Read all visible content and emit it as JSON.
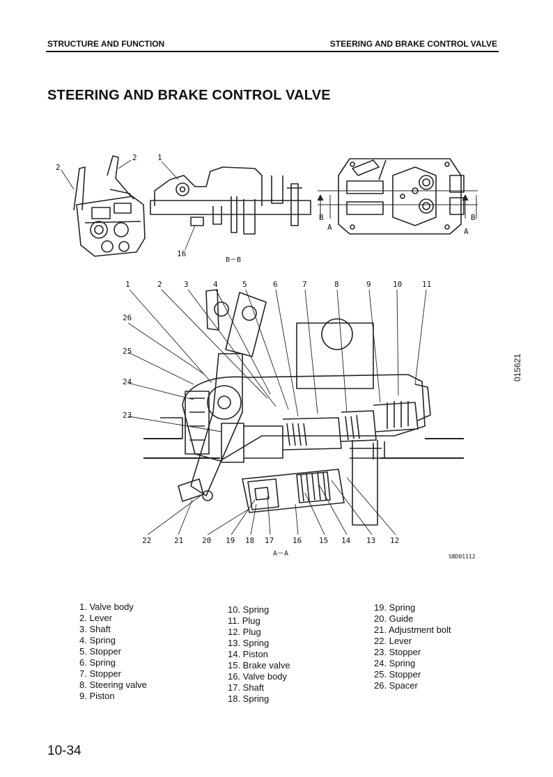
{
  "header": {
    "left": "STRUCTURE AND FUNCTION",
    "right": "STEERING AND BRAKE CONTROL VALVE"
  },
  "title": "STEERING AND BRAKE CONTROL VALVE",
  "figure": {
    "section_bb": "B－B",
    "section_aa": "A－A",
    "code": "SBD01112",
    "side_number": "015621",
    "marker_b": "B",
    "marker_a": "A",
    "top_callouts": [
      "1",
      "2",
      "2",
      "16"
    ],
    "main_callouts": [
      "1",
      "2",
      "3",
      "4",
      "5",
      "6",
      "7",
      "8",
      "9",
      "10",
      "11",
      "12",
      "13",
      "14",
      "15",
      "16",
      "17",
      "18",
      "19",
      "20",
      "21",
      "22",
      "23",
      "24",
      "25",
      "26"
    ]
  },
  "parts": {
    "col1": [
      "1. Valve body",
      "2. Lever",
      "3. Shaft",
      "4. Spring",
      "5. Stopper",
      "6. Spring",
      "7. Stopper",
      "8. Steering valve",
      "9. Piston"
    ],
    "col2": [
      "10. Spring",
      "11. Plug",
      "12. Plug",
      "13. Spring",
      "14. Piston",
      "15. Brake valve",
      "16. Valve body",
      "17. Shaft",
      "18. Spring"
    ],
    "col3": [
      "19. Spring",
      "20. Guide",
      "21. Adjustment bolt",
      "22. Lever",
      "23. Stopper",
      "24. Spring",
      "25. Stopper",
      "26. Spacer"
    ]
  },
  "page_number": "10-34"
}
